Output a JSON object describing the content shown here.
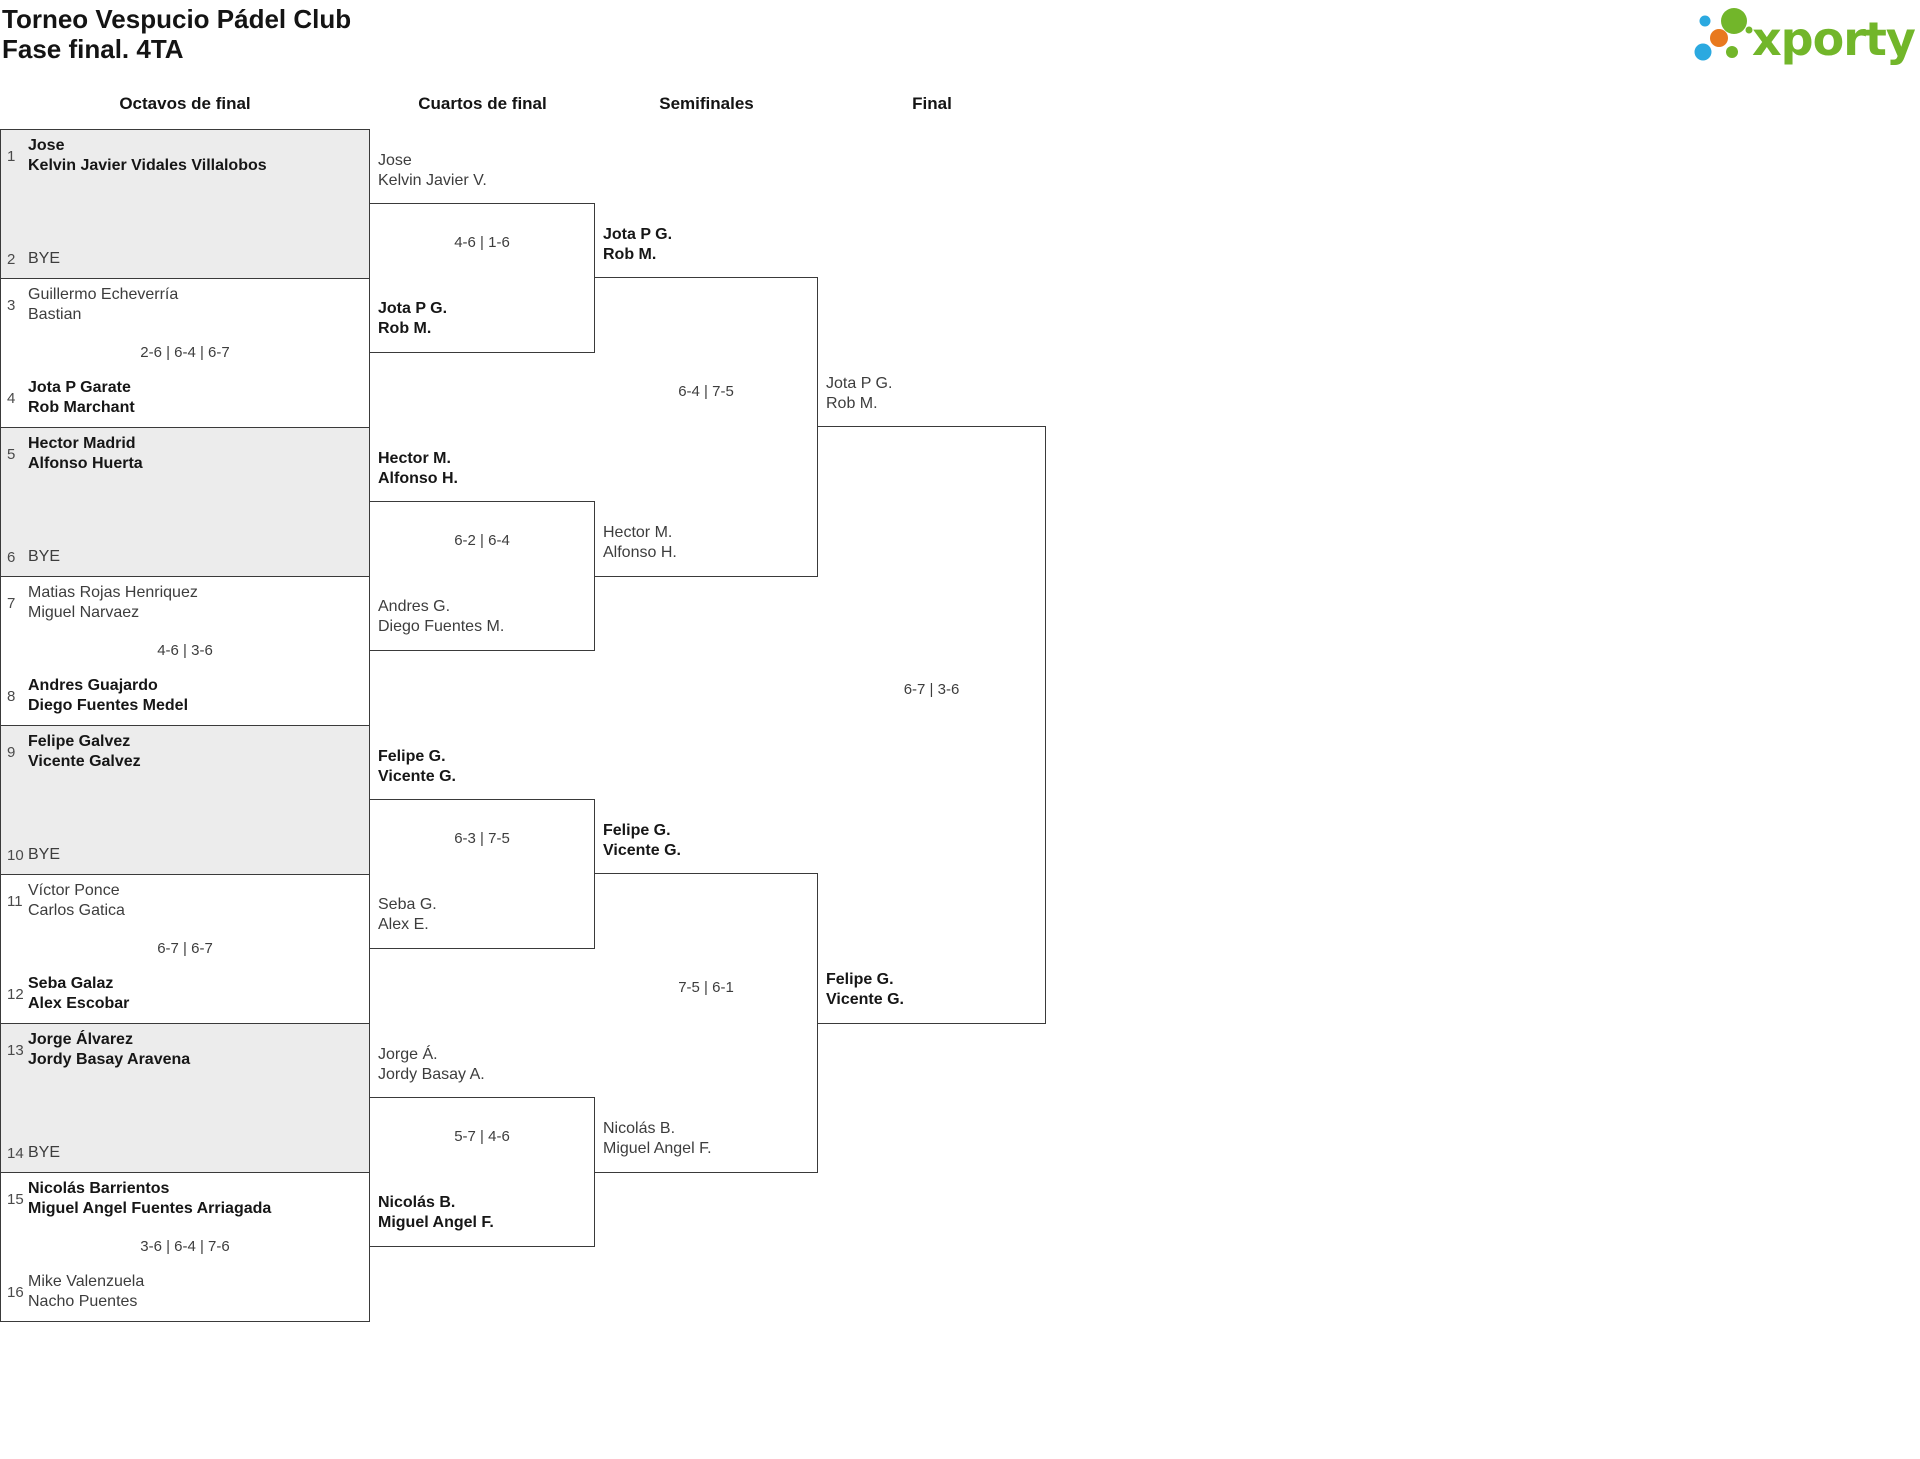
{
  "header": {
    "title": "Torneo Vespucio Pádel Club",
    "subtitle": "Fase final. 4TA"
  },
  "logo": {
    "brand": "xporty",
    "green": "#72b62a",
    "blue": "#2ba9e0",
    "orange": "#e8791e"
  },
  "round_headers": {
    "octavos": "Octavos de final",
    "cuartos": "Cuartos de final",
    "semifinales": "Semifinales",
    "final": "Final"
  },
  "octavos": [
    {
      "seed_top": "1",
      "top": [
        "Jose",
        "Kelvin Javier Vidales Villalobos"
      ],
      "top_winner": true,
      "seed_bottom": "2",
      "bottom": [
        "BYE"
      ],
      "bottom_winner": false,
      "bye": true
    },
    {
      "seed_top": "3",
      "top": [
        "Guillermo Echeverría",
        "Bastian"
      ],
      "top_winner": false,
      "score": "2-6 | 6-4 | 6-7",
      "seed_bottom": "4",
      "bottom": [
        "Jota P Garate",
        "Rob Marchant"
      ],
      "bottom_winner": true,
      "bye": false
    },
    {
      "seed_top": "5",
      "top": [
        "Hector Madrid",
        "Alfonso Huerta"
      ],
      "top_winner": true,
      "seed_bottom": "6",
      "bottom": [
        "BYE"
      ],
      "bottom_winner": false,
      "bye": true
    },
    {
      "seed_top": "7",
      "top": [
        "Matias Rojas Henriquez",
        "Miguel Narvaez"
      ],
      "top_winner": false,
      "score": "4-6 | 3-6",
      "seed_bottom": "8",
      "bottom": [
        "Andres Guajardo",
        "Diego Fuentes Medel"
      ],
      "bottom_winner": true,
      "bye": false
    },
    {
      "seed_top": "9",
      "top": [
        "Felipe Galvez",
        "Vicente Galvez"
      ],
      "top_winner": true,
      "seed_bottom": "10",
      "bottom": [
        "BYE"
      ],
      "bottom_winner": false,
      "bye": true
    },
    {
      "seed_top": "11",
      "top": [
        "Víctor Ponce",
        "Carlos Gatica"
      ],
      "top_winner": false,
      "score": "6-7 | 6-7",
      "seed_bottom": "12",
      "bottom": [
        "Seba Galaz",
        "Alex Escobar"
      ],
      "bottom_winner": true,
      "bye": false
    },
    {
      "seed_top": "13",
      "top": [
        "Jorge Álvarez",
        "Jordy Basay Aravena"
      ],
      "top_winner": true,
      "seed_bottom": "14",
      "bottom": [
        "BYE"
      ],
      "bottom_winner": false,
      "bye": true
    },
    {
      "seed_top": "15",
      "top": [
        "Nicolás Barrientos",
        "Miguel Angel Fuentes Arriagada"
      ],
      "top_winner": true,
      "score": "3-6 | 6-4 | 7-6",
      "seed_bottom": "16",
      "bottom": [
        "Mike Valenzuela",
        "Nacho Puentes"
      ],
      "bottom_winner": false,
      "bye": false
    }
  ],
  "cuartos": [
    {
      "top": [
        "Jose",
        "Kelvin Javier V."
      ],
      "top_winner": false,
      "score": "4-6 | 1-6",
      "bottom": [
        "Jota P G.",
        "Rob M."
      ],
      "bottom_winner": true
    },
    {
      "top": [
        "Hector M.",
        "Alfonso H."
      ],
      "top_winner": true,
      "score": "6-2 | 6-4",
      "bottom": [
        "Andres G.",
        "Diego Fuentes M."
      ],
      "bottom_winner": false
    },
    {
      "top": [
        "Felipe G.",
        "Vicente G."
      ],
      "top_winner": true,
      "score": "6-3 | 7-5",
      "bottom": [
        "Seba G.",
        "Alex E."
      ],
      "bottom_winner": false
    },
    {
      "top": [
        "Jorge Á.",
        "Jordy Basay A."
      ],
      "top_winner": false,
      "score": "5-7 | 4-6",
      "bottom": [
        "Nicolás B.",
        "Miguel Angel F."
      ],
      "bottom_winner": true
    }
  ],
  "semifinales": [
    {
      "top": [
        "Jota P G.",
        "Rob M."
      ],
      "top_winner": true,
      "score": "6-4 | 7-5",
      "bottom": [
        "Hector M.",
        "Alfonso H."
      ],
      "bottom_winner": false
    },
    {
      "top": [
        "Felipe G.",
        "Vicente G."
      ],
      "top_winner": true,
      "score": "7-5 | 6-1",
      "bottom": [
        "Nicolás B.",
        "Miguel Angel F."
      ],
      "bottom_winner": false
    }
  ],
  "final": [
    {
      "top": [
        "Jota P G.",
        "Rob M."
      ],
      "top_winner": false,
      "score": "6-7 | 3-6",
      "bottom": [
        "Felipe G.",
        "Vicente G."
      ],
      "bottom_winner": true
    }
  ]
}
